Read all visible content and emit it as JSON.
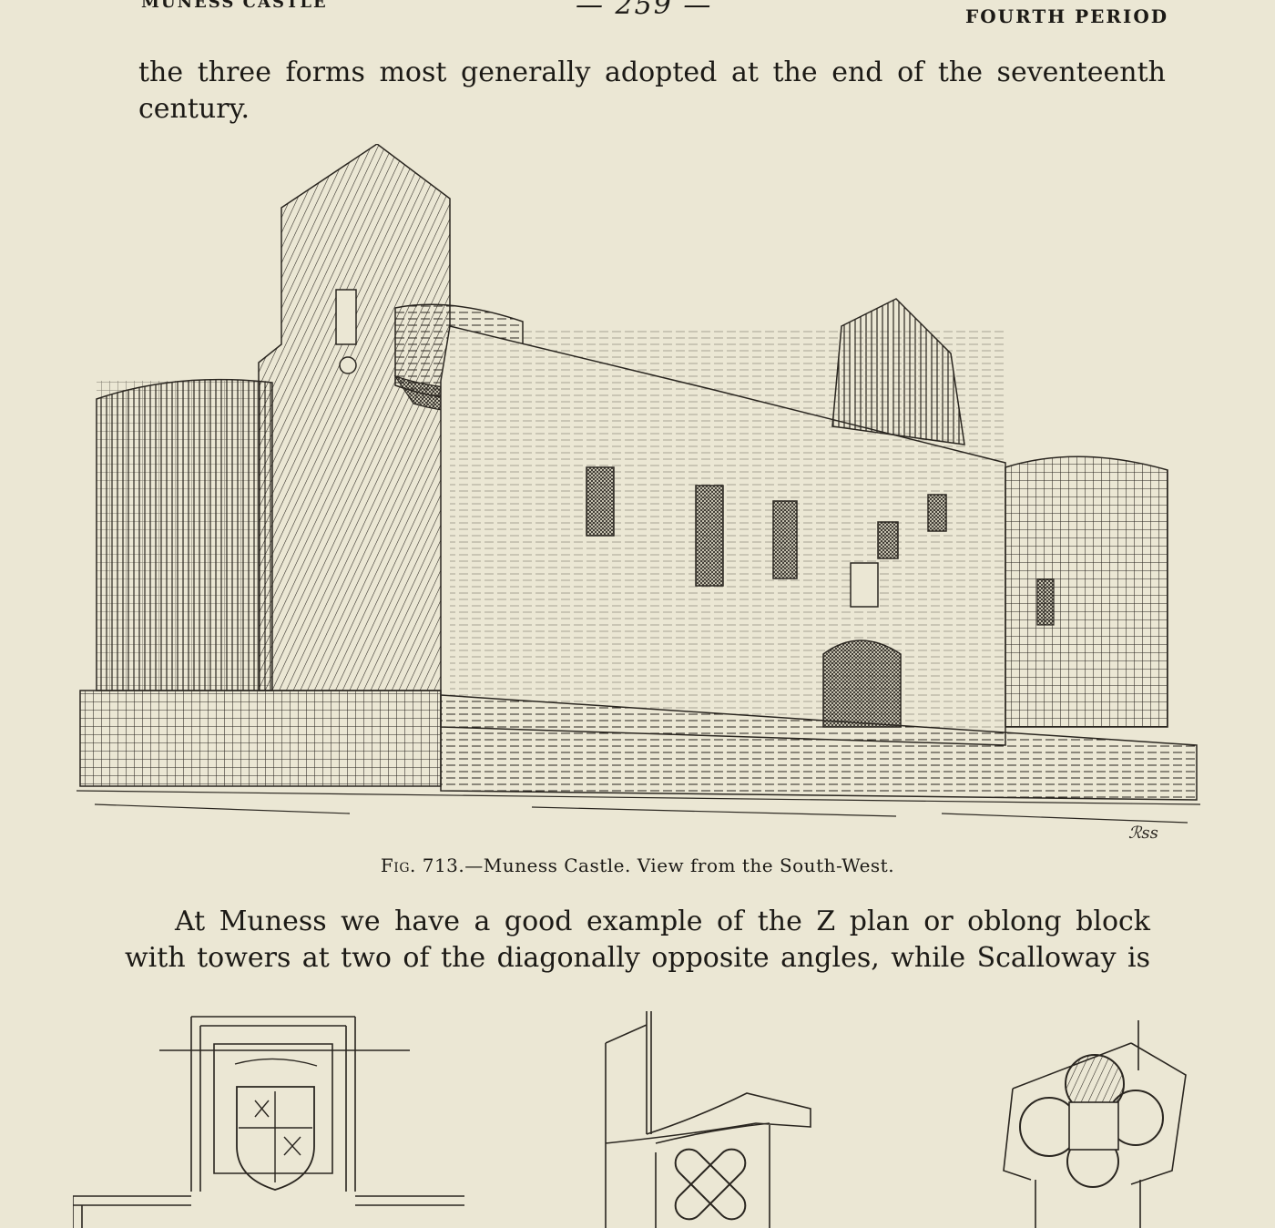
{
  "running_head": {
    "left": "MUNESS CASTLE",
    "center": "— 259 —",
    "right": "FOURTH PERIOD"
  },
  "paragraph_1": {
    "lines": [
      "the three forms most generally adopted at the end of the seventeenth",
      "century."
    ]
  },
  "figure_713": {
    "label": "Fig. 713.",
    "caption": "—Muness Castle.  View from the South-West.",
    "signature": "ℛss"
  },
  "paragraph_2": {
    "lines": [
      "At Muness we have a good example of the Z plan or oblong block",
      "with towers at two of the diagonally opposite angles, while Scalloway is"
    ]
  }
}
